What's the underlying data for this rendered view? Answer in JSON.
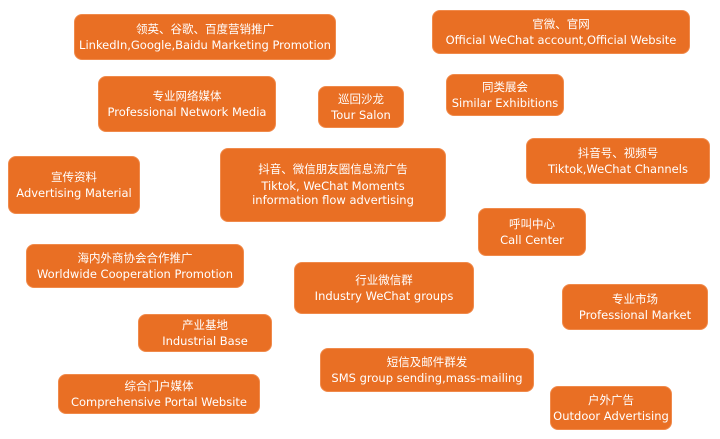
{
  "tags": [
    {
      "cn": "领英、谷歌、百度营销推广",
      "en": "LinkedIn,Google,Baidu Marketing Promotion"
    },
    {
      "cn": "官微、官网",
      "en": "Official WeChat account,Official Website"
    },
    {
      "cn": "专业网络媒体",
      "en": "Professional Network Media"
    },
    {
      "cn": "巡回沙龙",
      "en": "Tour Salon"
    },
    {
      "cn": "同类展会",
      "en": "Similar Exhibitions"
    },
    {
      "cn": "宣传资料",
      "en": "Advertising Material"
    },
    {
      "cn": "抖音、微信朋友圈信息流广告",
      "en": "Tiktok, WeChat Moments information flow advertising"
    },
    {
      "cn": "抖音号、视频号",
      "en": "Tiktok,WeChat Channels"
    },
    {
      "cn": "呼叫中心",
      "en": "Call Center"
    },
    {
      "cn": "海内外商协会合作推广",
      "en": "Worldwide Cooperation Promotion"
    },
    {
      "cn": "行业微信群",
      "en": "Industry WeChat groups"
    },
    {
      "cn": "专业市场",
      "en": "Professional Market"
    },
    {
      "cn": "产业基地",
      "en": "Industrial Base"
    },
    {
      "cn": "短信及邮件群发",
      "en": "SMS group sending,mass-mailing"
    },
    {
      "cn": "综合门户媒体",
      "en": "Comprehensive Portal Website"
    },
    {
      "cn": "户外广告",
      "en": "Outdoor Advertising"
    }
  ],
  "colors": {
    "tag_background": "#e96f24",
    "tag_text": "#ffffff"
  }
}
